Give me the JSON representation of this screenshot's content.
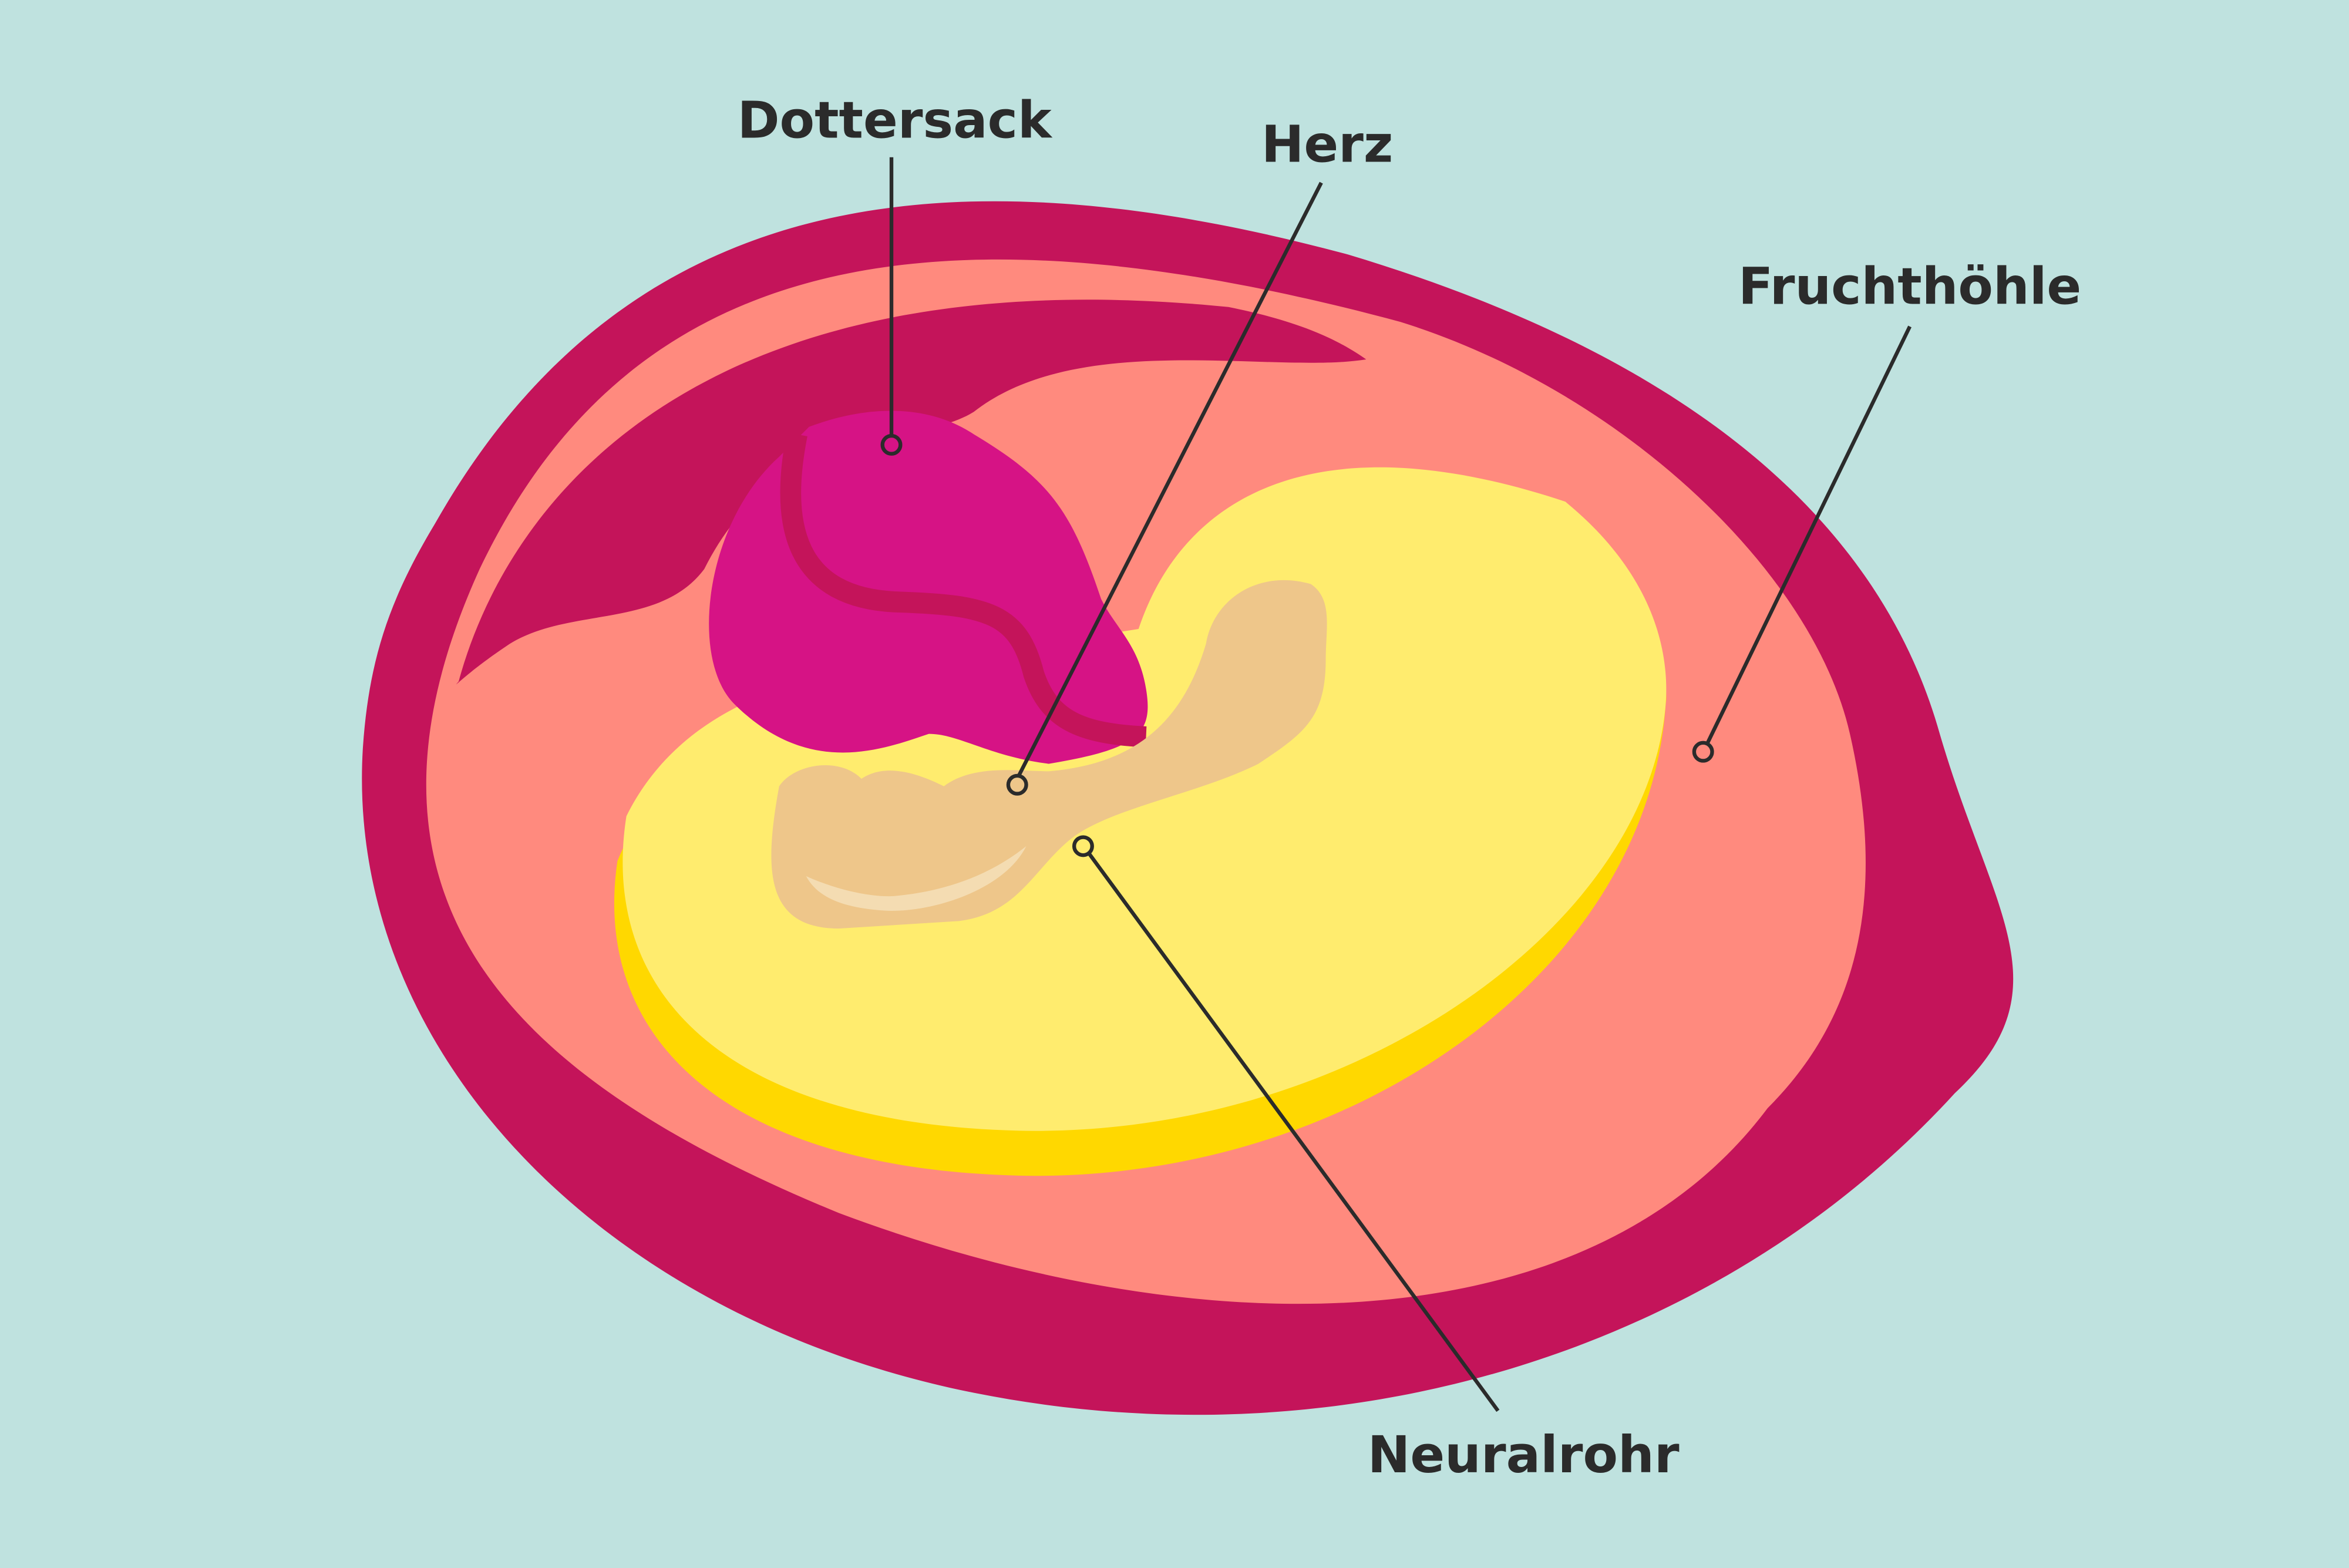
{
  "labels": {
    "yolk_sac": "Dottersack",
    "heart": "Herz",
    "amniotic_cavity": "Fruchthöhle",
    "neural_tube": "Neuralrohr"
  },
  "colors": {
    "background": "#bfe2df",
    "outer_wall": "#c4145a",
    "cavity": "#ff8a7e",
    "yolk_disc": "#ffec6e",
    "yolk_disc_edge": "#ffd800",
    "yolk_sac": "#d61385",
    "embryo": "#eec68a",
    "embryo_light": "#f4dcb2",
    "text": "#2b2b2b"
  }
}
